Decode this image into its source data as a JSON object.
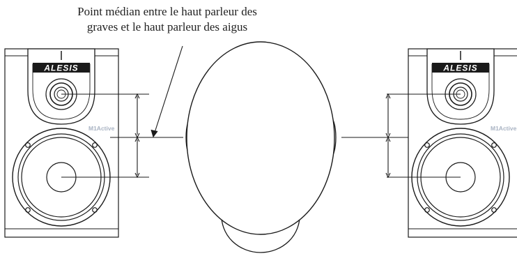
{
  "annotation": {
    "line1": "Point médian entre le haut parleur des",
    "line2": "graves et le haut parleur des aigus"
  },
  "speakers": {
    "brand": "ALESIS",
    "model": "M1Active"
  },
  "colors": {
    "line": "#1a1a1a",
    "badge": "#a9b3c3"
  }
}
